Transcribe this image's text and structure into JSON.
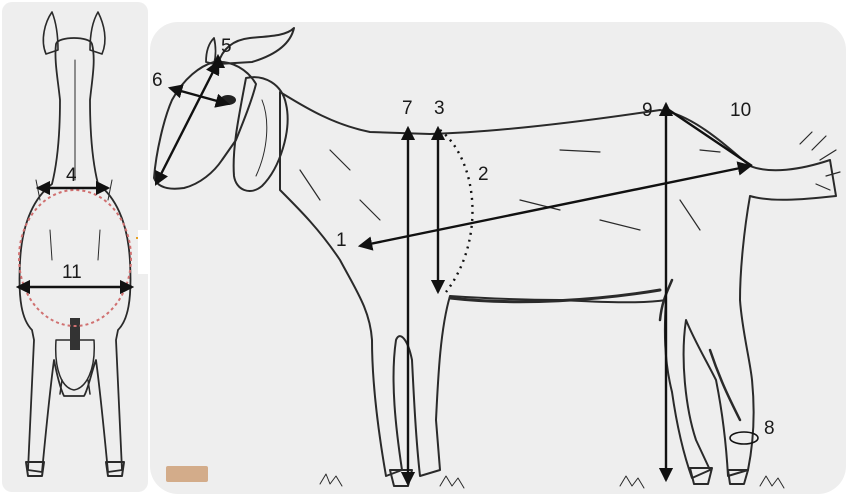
{
  "figure": {
    "labels": {
      "rear": [
        "4",
        "11"
      ],
      "side": [
        "1",
        "2",
        "3",
        "5",
        "6",
        "7",
        "8",
        "9",
        "10"
      ]
    },
    "colors": {
      "panel_bg": "#eeeeee",
      "line": "#111111",
      "dotted_outline": "#d07070",
      "accent": "#e8a020"
    }
  }
}
